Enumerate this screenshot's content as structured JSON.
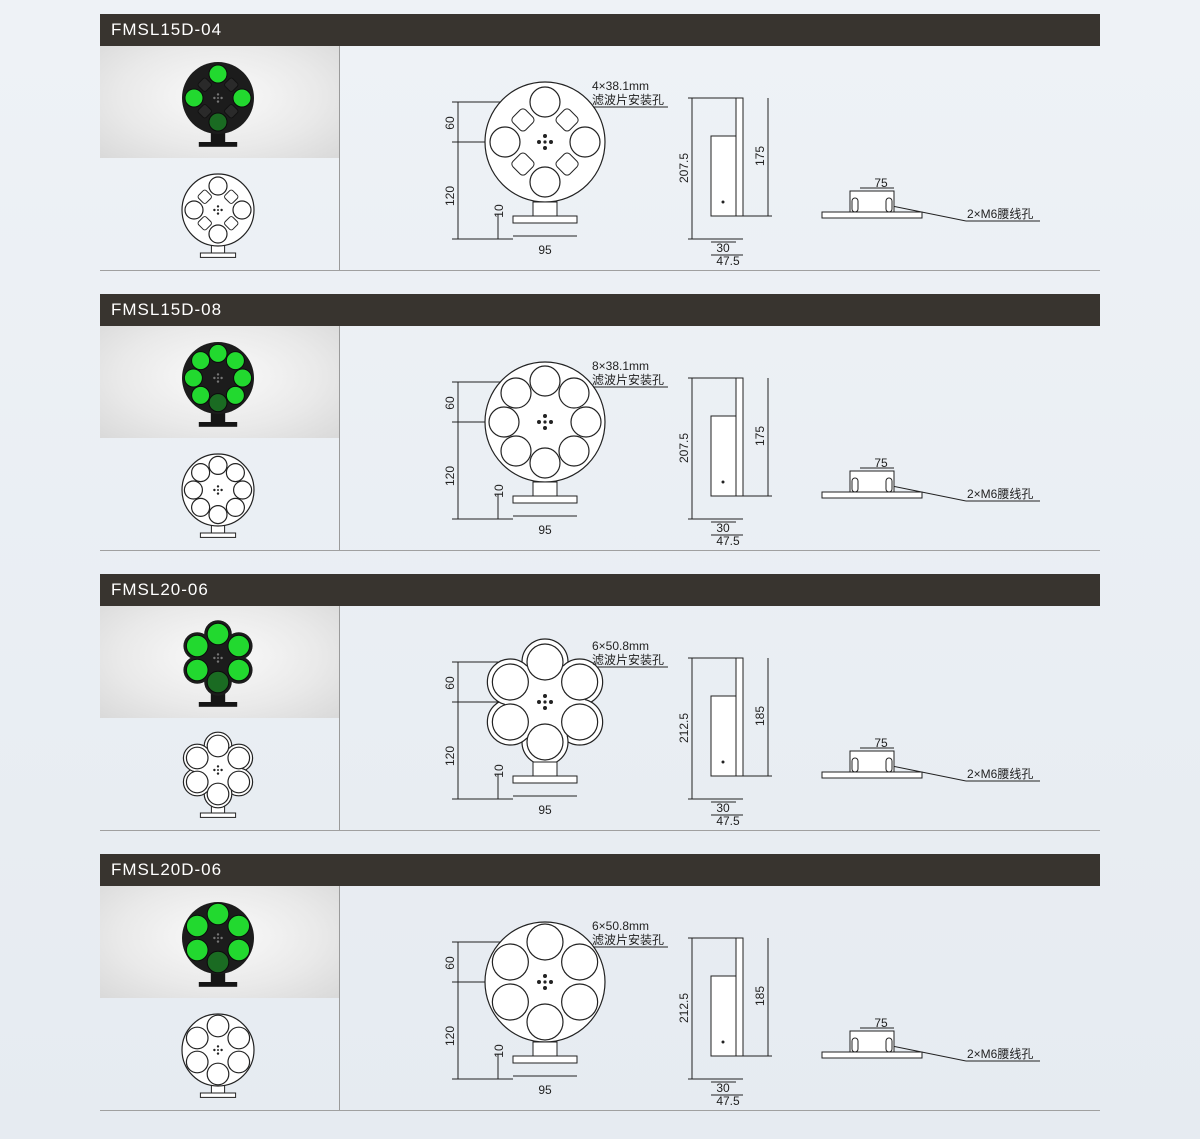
{
  "sections": [
    {
      "model": "FMSL15D-04",
      "hole_spec": "4×38.1mm",
      "hole_label": "滤波片安装孔",
      "dims": {
        "d60": "60",
        "d120": "120",
        "d10": "10",
        "d95": "95",
        "d_total": "207.5",
        "d_body": "175",
        "d30": "30",
        "d47": "47.5",
        "d75": "75"
      },
      "slot_label": "2×M6腰线孔",
      "wheel": "cross4",
      "green_holes": 4
    },
    {
      "model": "FMSL15D-08",
      "hole_spec": "8×38.1mm",
      "hole_label": "滤波片安装孔",
      "dims": {
        "d60": "60",
        "d120": "120",
        "d10": "10",
        "d95": "95",
        "d_total": "207.5",
        "d_body": "175",
        "d30": "30",
        "d47": "47.5",
        "d75": "75"
      },
      "slot_label": "2×M6腰线孔",
      "wheel": "round8",
      "green_holes": 8
    },
    {
      "model": "FMSL20-06",
      "hole_spec": "6×50.8mm",
      "hole_label": "滤波片安装孔",
      "dims": {
        "d60": "60",
        "d120": "120",
        "d10": "10",
        "d95": "95",
        "d_total": "212.5",
        "d_body": "185",
        "d30": "30",
        "d47": "47.5",
        "d75": "75"
      },
      "slot_label": "2×M6腰线孔",
      "wheel": "flower6",
      "green_holes": 6
    },
    {
      "model": "FMSL20D-06",
      "hole_spec": "6×50.8mm",
      "hole_label": "滤波片安装孔",
      "dims": {
        "d60": "60",
        "d120": "120",
        "d10": "10",
        "d95": "95",
        "d_total": "212.5",
        "d_body": "185",
        "d30": "30",
        "d47": "47.5",
        "d75": "75"
      },
      "slot_label": "2×M6腰线孔",
      "wheel": "round6",
      "green_holes": 6
    }
  ],
  "colors": {
    "title_bg": "#38342f",
    "filter_green": "#22d92f",
    "wheel_black": "#1c1c1c"
  }
}
